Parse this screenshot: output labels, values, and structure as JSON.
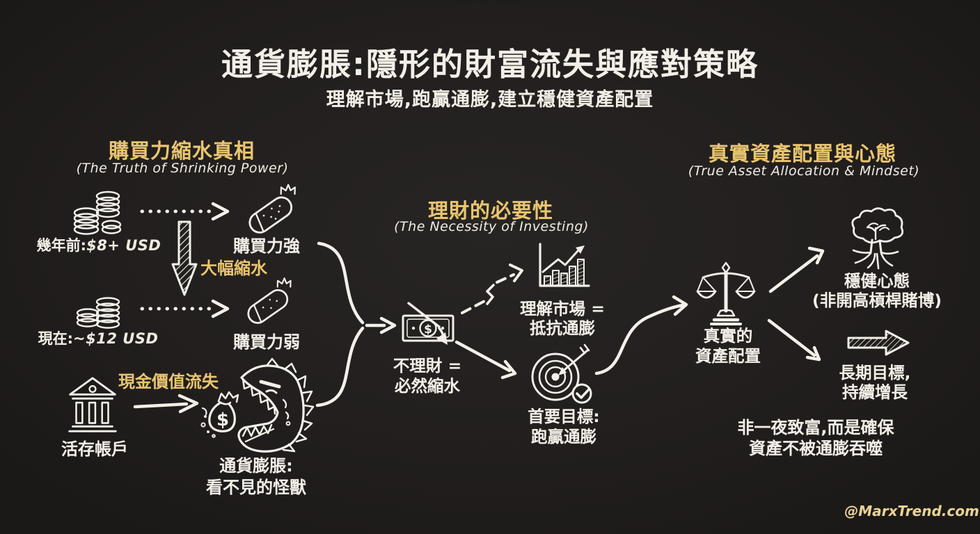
{
  "page": {
    "title": "通貨膨脹:隱形的財富流失與應對策略",
    "subtitle": "理解市場,跑贏通膨,建立穩健資產配置",
    "watermark": "@MarxTrend.com"
  },
  "colors": {
    "background": "#211f1d",
    "text": "#f3efe8",
    "accent_yellow": "#eac56e",
    "watermark_yellow": "#e9d395"
  },
  "left": {
    "title": "購買力縮水真相",
    "subtitle": "(The Truth of Shrinking Power)",
    "past_prefix": "幾年前:",
    "past_value": "$8+ USD",
    "past_result": "購買力強",
    "shrink_label": "大幅縮水",
    "now_prefix": "現在:",
    "now_value": "~$12 USD",
    "now_result": "購買力弱",
    "cash_flow_label": "現金價值流失",
    "bank_label": "活存帳戶",
    "monster_line1": "通貨膨脹:",
    "monster_line2": "看不見的怪獸"
  },
  "middle": {
    "title": "理財的必要性",
    "subtitle": "(The Necessity of Investing)",
    "no_invest_line1": "不理財 =",
    "no_invest_line2": "必然縮水",
    "understand_line1": "理解市場 =",
    "understand_line2": "抵抗通膨",
    "goal_line1": "首要目標:",
    "goal_line2": "跑贏通膨"
  },
  "right": {
    "title": "真實資產配置與心態",
    "subtitle": "(True Asset Allocation & Mindset)",
    "allocation_line1": "真實的",
    "allocation_line2": "資產配置",
    "mindset_line1": "穩健心態",
    "mindset_line2": "(非開高槓桿賭博)",
    "longterm_line1": "長期目標,",
    "longterm_line2": "持續增長",
    "note_line1": "非一夜致富,而是確保",
    "note_line2": "資產不被通膨吞噬"
  },
  "symbols": {
    "dollar": "$"
  },
  "icons": {
    "coins": "coins-icon",
    "burrito": "burrito-icon",
    "shrink_arrow": "shrink-down-arrow-icon",
    "bank": "bank-icon",
    "monster": "inflation-monster-icon",
    "money_bill": "money-bill-icon",
    "chart": "growth-chart-icon",
    "target": "target-icon",
    "scale": "balance-scale-icon",
    "tree": "tree-icon",
    "long_arrow": "long-term-arrow-icon"
  }
}
